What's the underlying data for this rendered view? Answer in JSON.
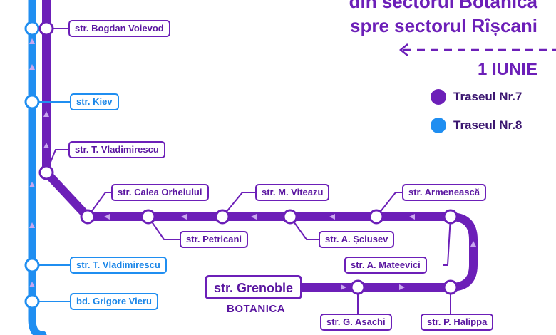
{
  "header": {
    "title_line1": "din sectorul Botanica",
    "title_line2": "spre sectorul Rîșcani",
    "date": "1 IUNIE"
  },
  "legend": [
    {
      "label": "Traseul Nr.7",
      "color": "#6c1fb8"
    },
    {
      "label": "Traseul Nr.8",
      "color": "#1f8ef1"
    }
  ],
  "stops": {
    "bogdan_voievod": "str. Bogdan Voievod",
    "kiev": "str. Kiev",
    "t_vladimirescu_purple": "str. T. Vladimirescu",
    "calea_orheiului": "str. Calea Orheiului",
    "m_viteazu": "str. M. Viteazu",
    "armeneasca": "str. Armenească",
    "petricani": "str. Petricani",
    "a_sciusev": "str. A. Șciusev",
    "a_mateevici": "str. A. Mateevici",
    "t_vladimirescu_blue": "str. T. Vladimirescu",
    "grigore_vieru": "bd. Grigore Vieru",
    "grenoble": "str. Grenoble",
    "g_asachi": "str. G. Asachi",
    "p_halippa": "str. P. Halippa"
  },
  "district": "BOTANICA",
  "colors": {
    "route7": "#6c1fb8",
    "route8": "#1f8ef1",
    "arrow": "#c9a8ee"
  }
}
